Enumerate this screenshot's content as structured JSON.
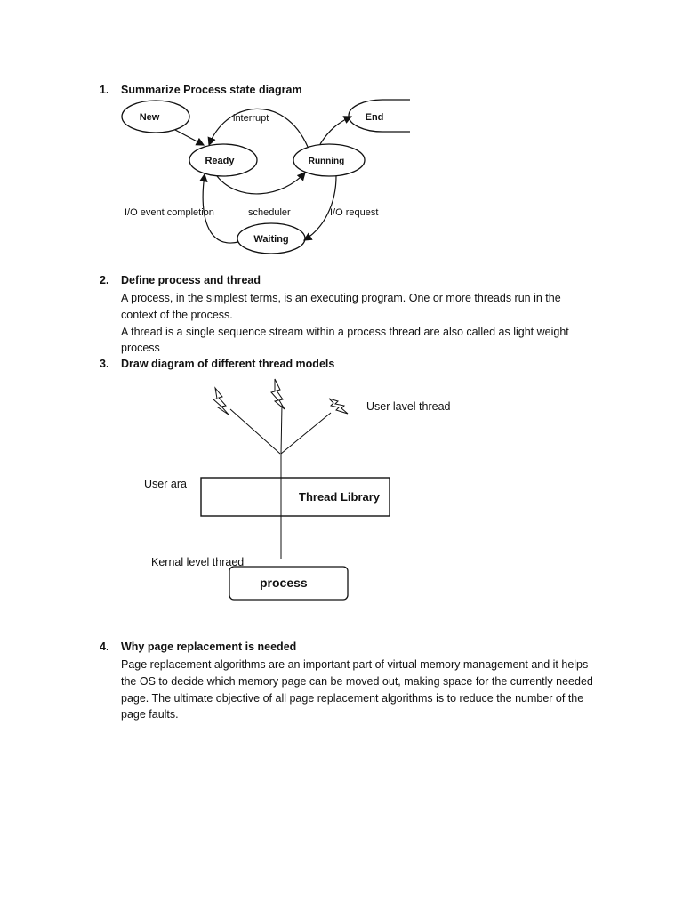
{
  "q1": {
    "number": "1.",
    "title": "Summarize Process state diagram",
    "states": {
      "new": "New",
      "ready": "Ready",
      "running": "Running",
      "waiting": "Waiting",
      "end": "End"
    },
    "edges": {
      "interrupt": "interrupt",
      "io_event": "I/O event completion",
      "scheduler": "scheduler",
      "io_request": "I/O request"
    }
  },
  "q2": {
    "number": "2.",
    "title": "Define process and thread",
    "lines": [
      "A process, in the simplest terms, is an executing program. One or more threads run in the",
      "context of the process.",
      "A thread is a single sequence stream within a process thread are also called as light weight",
      "process"
    ]
  },
  "q3": {
    "number": "3.",
    "title": "Draw diagram of different thread models",
    "labels": {
      "user_level_thread": "User lavel thread",
      "user_area": "User ara",
      "thread_library": "Thread Library",
      "kernel_level_thread": "Kernal level thraed",
      "process": "process"
    }
  },
  "q4": {
    "number": "4.",
    "title": "Why page replacement is needed",
    "lines": [
      "Page replacement algorithms are an important part of virtual memory management and it helps",
      "the OS to decide which memory page can be moved out, making space for the currently needed",
      "page. The ultimate objective of all page replacement algorithms is to reduce the number of the",
      "page faults."
    ]
  }
}
